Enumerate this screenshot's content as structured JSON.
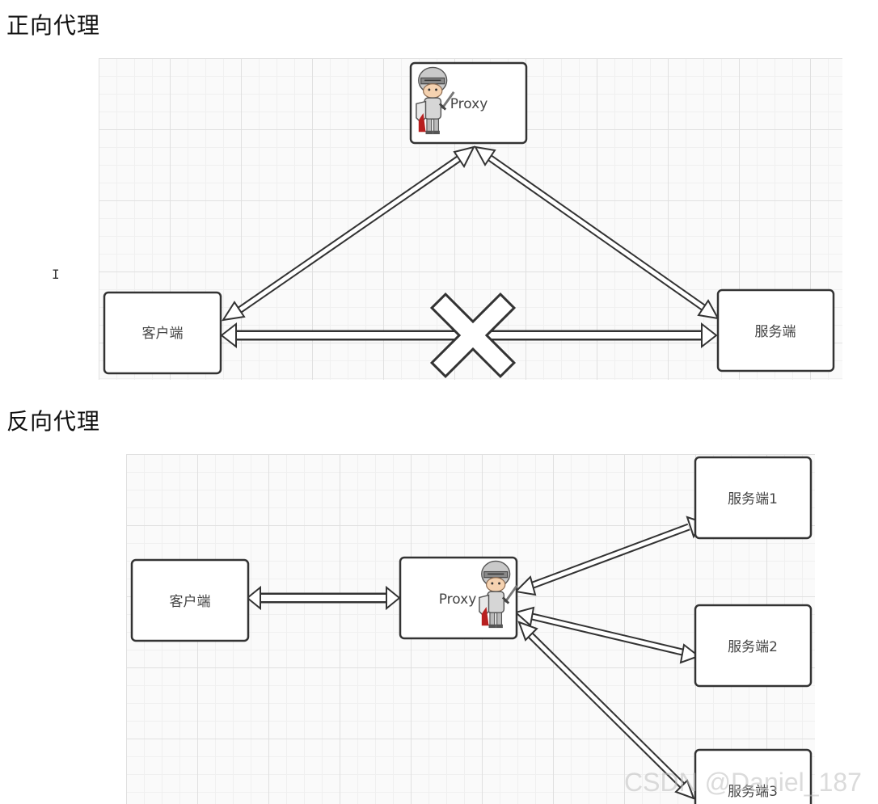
{
  "forward": {
    "heading": "正向代理",
    "proxy_label": "Proxy",
    "client_label": "客户端",
    "server_label": "服务端"
  },
  "reverse": {
    "heading": "反向代理",
    "client_label": "客户端",
    "proxy_label": "Proxy",
    "servers": [
      "服务端1",
      "服务端2",
      "服务端3"
    ]
  },
  "cursor_glyph": "I",
  "watermark": "CSDN @Daniel_187",
  "icons": [
    "knight-icon",
    "cross-icon"
  ]
}
